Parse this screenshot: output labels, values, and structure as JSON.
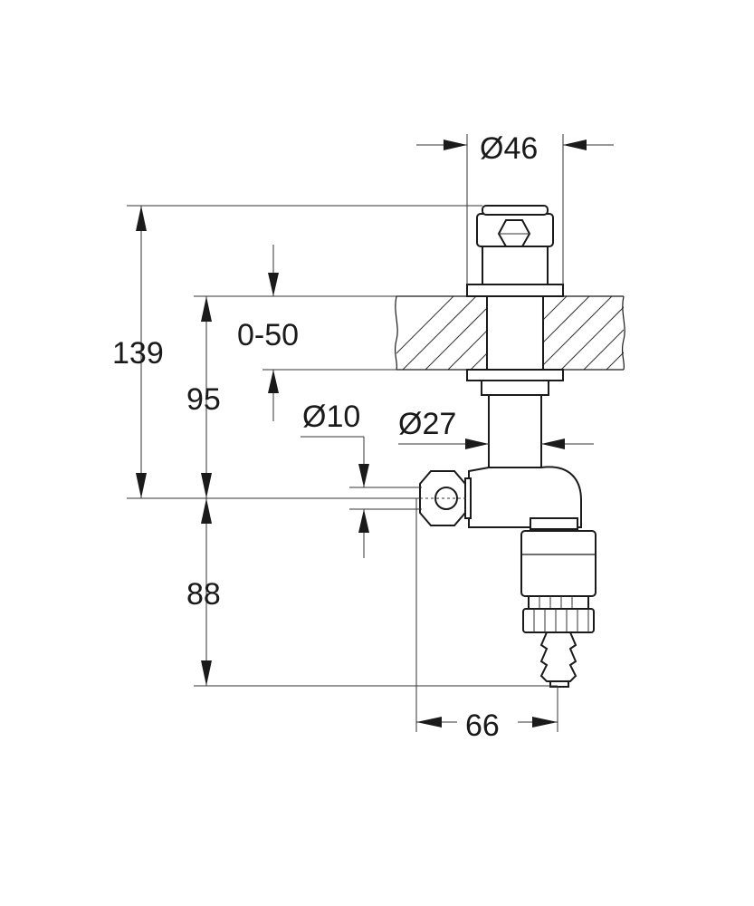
{
  "dimensions": {
    "top_diameter": "Ø46",
    "total_height": "139",
    "panel_thickness": "0-50",
    "height_above_outlet": "95",
    "side_diameter": "Ø10",
    "body_diameter": "Ø27",
    "height_below_outlet": "88",
    "horizontal_reach": "66"
  }
}
